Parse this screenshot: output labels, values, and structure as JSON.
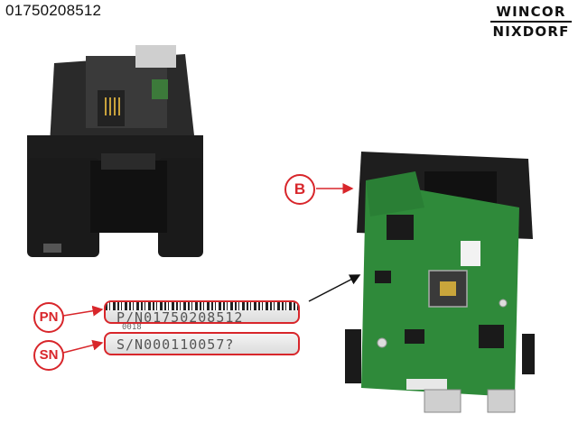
{
  "header": {
    "part_number": "01750208512",
    "brand_line1": "WINCOR",
    "brand_line2": "NIXDORF"
  },
  "callouts": {
    "b": "B",
    "pn": "PN",
    "sn": "SN"
  },
  "labels": {
    "pn_text": "P/N01750208512",
    "pn_sub": "0018",
    "sn_text": "S/N000110057?"
  },
  "colors": {
    "callout_red": "#d8262b",
    "pcb_green": "#2f8a3a",
    "housing_black": "#1e1e1e"
  }
}
